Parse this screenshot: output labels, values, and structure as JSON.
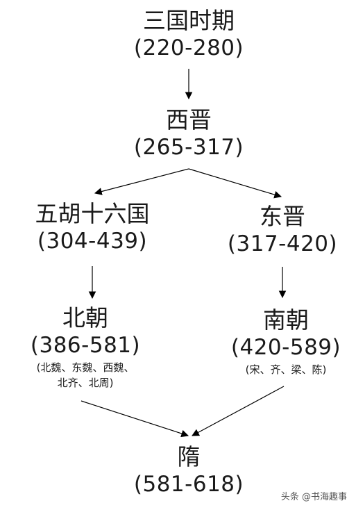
{
  "nodes": {
    "sanguo": {
      "name": "三国时期",
      "years": "(220-280)"
    },
    "xijin": {
      "name": "西晋",
      "years": "(265-317)"
    },
    "wuhu": {
      "name": "五胡十六国",
      "years": "(304-439)"
    },
    "dongjin": {
      "name": "东晋",
      "years": "(317-420)"
    },
    "beichao": {
      "name": "北朝",
      "years": "(386-581)",
      "note_line1": "(北魏、东魏、西魏、",
      "note_line2": "北齐、北周)"
    },
    "nanchao": {
      "name": "南朝",
      "years": "(420-589)",
      "note_line1": "(宋、齐、梁、陈)"
    },
    "sui": {
      "name": "隋",
      "years": "(581-618)"
    }
  },
  "edges": [
    [
      "sanguo",
      "xijin"
    ],
    [
      "xijin",
      "wuhu"
    ],
    [
      "xijin",
      "dongjin"
    ],
    [
      "wuhu",
      "beichao"
    ],
    [
      "dongjin",
      "nanchao"
    ],
    [
      "beichao",
      "sui"
    ],
    [
      "nanchao",
      "sui"
    ]
  ],
  "watermark": "头条 @书海趣事",
  "colors": {
    "text": "#1a1a1a",
    "arrow": "#000000"
  }
}
